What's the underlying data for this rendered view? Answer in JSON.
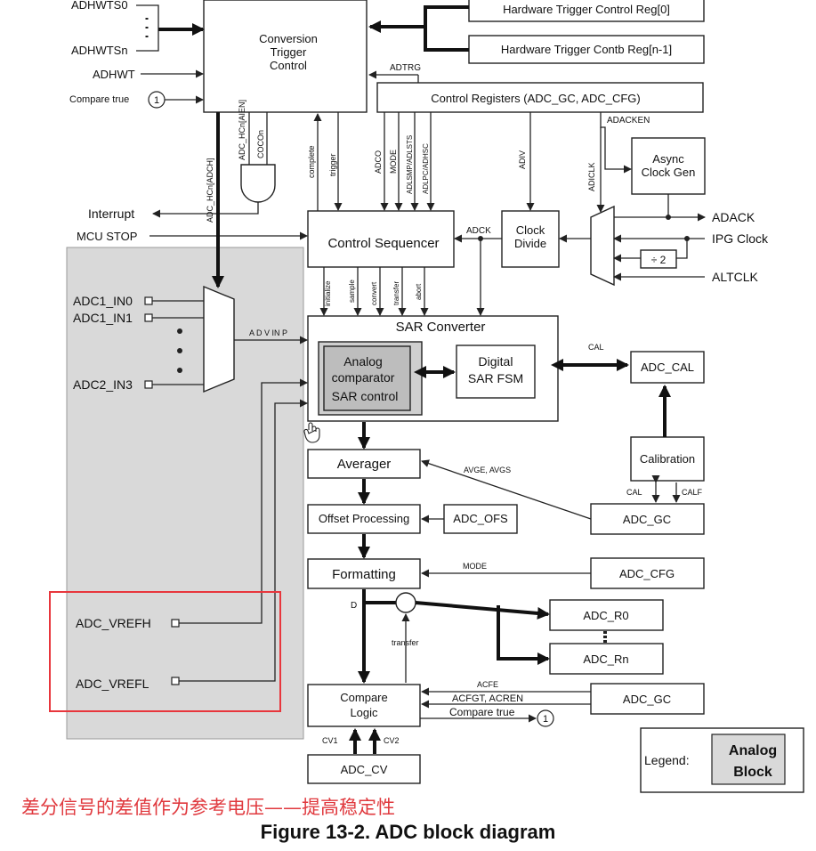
{
  "diagram": {
    "caption": "Figure 13-2. ADC block diagram",
    "annotation": "差分信号的差值作为参考电压——提高稳定性",
    "highlight_color": "#e8363c",
    "analog_fill": "#d9d9d9",
    "inputs": {
      "adhwts0": "ADHWTS0",
      "adhwtsn": "ADHWTSn",
      "adhwt": "ADHWT",
      "compare_true": "Compare true",
      "circle_one": "1",
      "interrupt": "Interrupt",
      "mcu_stop": "MCU STOP",
      "adc1_in0": "ADC1_IN0",
      "adc1_in1": "ADC1_IN1",
      "adc2_in3": "ADC2_IN3",
      "adc_vrefh": "ADC_VREFH",
      "adc_vrefl": "ADC_VREFL"
    },
    "blocks": {
      "conv_trigger": [
        "Conversion",
        "Trigger",
        "Control"
      ],
      "hw_trig_reg0": "Hardware Trigger Control Reg[0]",
      "hw_trig_regn": "Hardware Trigger Contb  Reg[n-1]",
      "control_registers": "Control Registers (ADC_GC, ADC_CFG)",
      "async_clock": [
        "Async",
        "Clock Gen"
      ],
      "control_sequencer": "Control Sequencer",
      "clock_divide": [
        "Clock",
        "Divide"
      ],
      "div2": "÷ 2",
      "sar_converter": "SAR Converter",
      "analog_comparator": [
        "Analog",
        "comparator",
        "SAR control"
      ],
      "digital_fsm": [
        "Digital",
        "SAR FSM"
      ],
      "adc_cal": "ADC_CAL",
      "calibration": "Calibration",
      "averager": "Averager",
      "adc_gc_1": "ADC_GC",
      "offset_processing": "Offset Processing",
      "adc_ofs": "ADC_OFS",
      "formatting": "Formatting",
      "adc_cfg": "ADC_CFG",
      "adc_r0": "ADC_R0",
      "adc_rn": "ADC_Rn",
      "compare_logic": [
        "Compare",
        "Logic"
      ],
      "adc_gc_2": "ADC_GC",
      "adc_cv": "ADC_CV"
    },
    "signals": {
      "adtrg": "ADTRG",
      "adacken": "ADACKEN",
      "adack": "ADACK",
      "ipg_clock": "IPG Clock",
      "altclk": "ALTCLK",
      "adck": "ADCK",
      "adiv": "ADIV",
      "adiclk": "ADICLK",
      "adc_hcn_aien": "ADC_HCn[AIEN]",
      "cocon": "COCOn",
      "adc_hcn_adch": "ADC_HCn[ADCH]",
      "complete": "complete",
      "trigger": "trigger",
      "adco": "ADCO",
      "mode_v": "MODE",
      "adlsmp": "ADLSMP/ADLSTS",
      "adlpc": "ADLPC/ADHSC",
      "initialize": "initialize",
      "sample": "sample",
      "convert": "convert",
      "transfer": "transfer",
      "abort": "abort",
      "advinp": "A D V IN P",
      "cal": "CAL",
      "cal2": "CAL",
      "calf": "CALF",
      "avge": "AVGE, AVGS",
      "mode": "MODE",
      "d": "D",
      "transfer2": "transfer",
      "acfe": "ACFE",
      "acfgt": "ACFGT, ACREN",
      "compare_true_out": "Compare true",
      "cv1": "CV1",
      "cv2": "CV2"
    },
    "legend": {
      "label": "Legend:",
      "sample": [
        "Analog",
        "Block"
      ]
    }
  }
}
